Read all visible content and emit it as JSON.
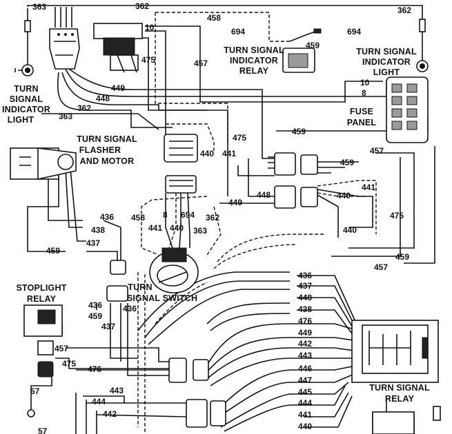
{
  "components": {
    "turn_signal_indicator_relay": [
      "TURN SIGNAL",
      "INDICATOR",
      "RELAY"
    ],
    "turn_signal_indicator_light_right": [
      "TURN SIGNAL",
      "INDICATOR",
      "LIGHT"
    ],
    "turn_signal_indicator_light_left": [
      "TURN",
      "SIGNAL",
      "INDICATOR",
      "LIGHT"
    ],
    "turn_signal_flasher_and_motor": [
      "TURN SIGNAL",
      "FLASHER",
      "AND MOTOR"
    ],
    "fuse_panel": [
      "FUSE",
      "PANEL"
    ],
    "turn_signal_switch": [
      "TURN",
      "SIGNAL SWITCH"
    ],
    "stoplight_relay": [
      "STOPLIGHT",
      "RELAY"
    ],
    "turn_signal_relay": [
      "TURN SIGNAL",
      "RELAY"
    ]
  },
  "wires": {
    "w363_top": "363",
    "w362_top": "362",
    "w458_top": "458",
    "w694_top": "694",
    "w10_top": "10",
    "w362_right": "362",
    "w694_right": "694",
    "w475_a": "475",
    "w457_a": "457",
    "w459_a": "459",
    "w449_a": "449",
    "w448_a": "448",
    "w362_b": "362",
    "w363_b": "363",
    "w10_b": "10",
    "w8_b": "8",
    "w475_b": "475",
    "w459_b": "459",
    "w440_a": "440",
    "w441_a": "441",
    "w457_b": "457",
    "w459_c": "459",
    "w448_b": "448",
    "w449_b": "449",
    "w441_b": "441",
    "w440_b": "440",
    "w475_c": "475",
    "w440_c": "440",
    "w458_sw": "458",
    "w8_sw": "8",
    "w694_sw": "694",
    "w362_sw": "362",
    "w441_sw": "441",
    "w440_sw": "440",
    "w363_sw": "363",
    "w436_a": "436",
    "w438_a": "438",
    "w437_a": "437",
    "w459_d": "459",
    "w459_e": "459",
    "w457_c": "457",
    "w436_b": "436",
    "w459_f": "459",
    "w436_c": "436",
    "w437_b": "437",
    "w457_d": "457",
    "w475_d": "475",
    "w476_a": "476",
    "w57": "57",
    "w443_a": "443",
    "w444_a": "444",
    "w442_a": "442",
    "w57_b": "57",
    "rl_436": "436",
    "rl_437": "437",
    "rl_448": "448",
    "rl_438": "438",
    "rl_476": "476",
    "rl_449": "449",
    "rl_442": "442",
    "rl_443": "443",
    "rl_446": "446",
    "rl_447": "447",
    "rl_445": "445",
    "rl_444": "444",
    "rl_441": "441",
    "rl_440": "440"
  }
}
